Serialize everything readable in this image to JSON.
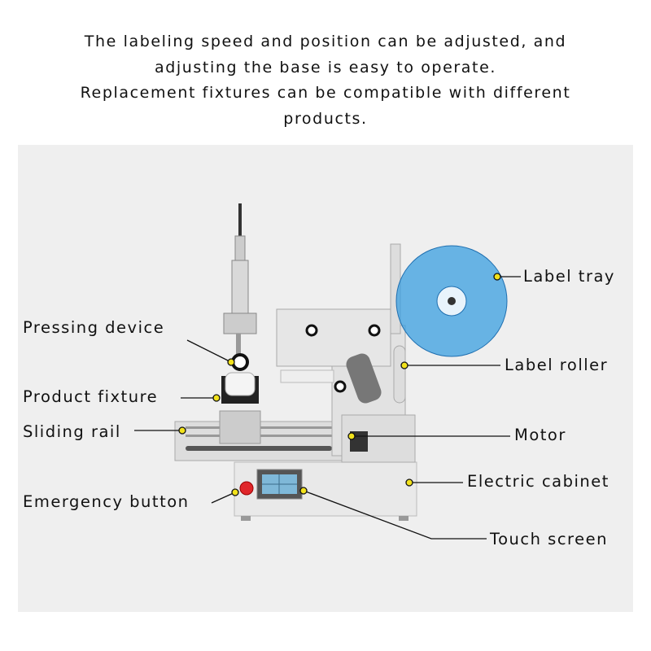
{
  "headline": {
    "line1": "The labeling speed and position can be adjusted, and",
    "line2": "adjusting the base is easy to operate.",
    "line3": "Replacement fixtures can be compatible with different",
    "line4": "products."
  },
  "callouts": {
    "label_tray": "Label tray",
    "pressing_device": "Pressing device",
    "label_roller": "Label roller",
    "product_fixture": "Product fixture",
    "sliding_rail": "Sliding rail",
    "motor": "Motor",
    "electric_cabinet": "Electric cabinet",
    "emergency_button": "Emergency button",
    "touch_screen": "Touch screen"
  },
  "colors": {
    "panel": "#efefef",
    "dot": "#f2e21c",
    "tray": "#3a9fe0",
    "emergency": "#e0262a",
    "screen": "#7fb8d8"
  }
}
